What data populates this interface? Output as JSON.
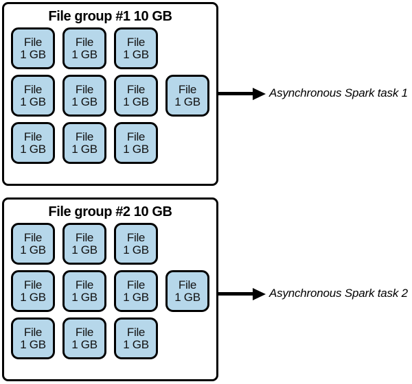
{
  "diagram": {
    "groups": [
      {
        "title": "File group #1 10 GB",
        "rows": [
          [
            {
              "name": "File",
              "size": "1 GB"
            },
            {
              "name": "File",
              "size": "1 GB"
            },
            {
              "name": "File",
              "size": "1 GB"
            }
          ],
          [
            {
              "name": "File",
              "size": "1 GB"
            },
            {
              "name": "File",
              "size": "1 GB"
            },
            {
              "name": "File",
              "size": "1 GB"
            },
            {
              "name": "File",
              "size": "1 GB"
            }
          ],
          [
            {
              "name": "File",
              "size": "1 GB"
            },
            {
              "name": "File",
              "size": "1 GB"
            },
            {
              "name": "File",
              "size": "1 GB"
            }
          ]
        ]
      },
      {
        "title": "File group #2 10 GB",
        "rows": [
          [
            {
              "name": "File",
              "size": "1 GB"
            },
            {
              "name": "File",
              "size": "1 GB"
            },
            {
              "name": "File",
              "size": "1 GB"
            }
          ],
          [
            {
              "name": "File",
              "size": "1 GB"
            },
            {
              "name": "File",
              "size": "1 GB"
            },
            {
              "name": "File",
              "size": "1 GB"
            },
            {
              "name": "File",
              "size": "1 GB"
            }
          ],
          [
            {
              "name": "File",
              "size": "1 GB"
            },
            {
              "name": "File",
              "size": "1 GB"
            },
            {
              "name": "File",
              "size": "1 GB"
            }
          ]
        ]
      }
    ],
    "tasks": [
      {
        "label": "Asynchronous Spark task 1"
      },
      {
        "label": "Asynchronous Spark task 2"
      }
    ],
    "colors": {
      "file_box_fill": "#b6d7ea",
      "stroke": "#000000",
      "background": "#ffffff"
    }
  }
}
